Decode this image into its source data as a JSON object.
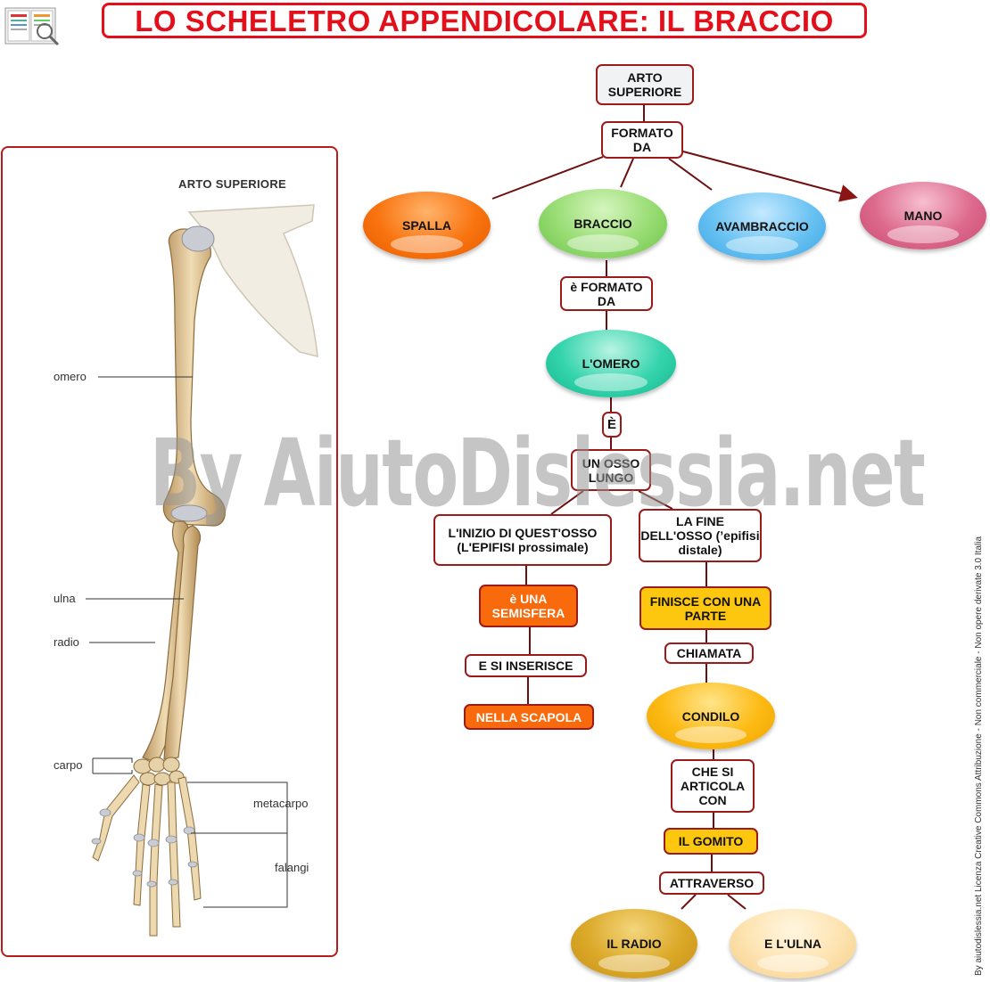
{
  "title": "LO SCHELETRO APPENDICOLARE: IL  BRACCIO",
  "illustration": {
    "heading": "ARTO SUPERIORE",
    "labels": {
      "omero": "omero",
      "ulna": "ulna",
      "radio": "radio",
      "carpo": "carpo",
      "metacarpo": "metacarpo",
      "falangi": "falangi"
    }
  },
  "map": {
    "arto_superiore": "ARTO SUPERIORE",
    "formato_da": "FORMATO DA",
    "spalla": "SPALLA",
    "braccio": "BRACCIO",
    "avambraccio": "AVAMBRACCIO",
    "mano": "MANO",
    "e_formato_da": "è FORMATO DA",
    "omero": "L'OMERO",
    "e": "È",
    "osso_lungo": "UN OSSO LUNGO",
    "inizio": "L'INIZIO DI QUEST'OSSO (L'EPIFISI  prossimale)",
    "fine": "LA FINE DELL'OSSO (’epifisi distale)",
    "semisfera": "è UNA SEMISFERA",
    "si_inserisce": "E SI INSERISCE",
    "scapola": "NELLA SCAPOLA",
    "finisce": "FINISCE CON UNA PARTE",
    "chiamata": "CHIAMATA",
    "condilo": "CONDILO",
    "articola": "CHE SI ARTICOLA CON",
    "gomito": "IL GOMITO",
    "attraverso": "ATTRAVERSO",
    "radio": "IL RADIO",
    "ulna": "E L'ULNA"
  },
  "watermark": "By AiutoDislessia.net",
  "credit": "By aiutodislessia.net Licenza Creative Commons Attribuzione - Non commerciale - Non opere derivate 3.0 Italia",
  "colors": {
    "title_red": "#e3101b",
    "border_dark_red": "#9b1b1b",
    "spalla": "#f96a0c",
    "braccio": "#8fd86a",
    "avambraccio": "#5ab9ee",
    "mano": "#d9557c",
    "omero": "#29cfa8",
    "condilo": "#fdb70c",
    "radio": "#d9a626",
    "ulna": "#fce2ae"
  }
}
